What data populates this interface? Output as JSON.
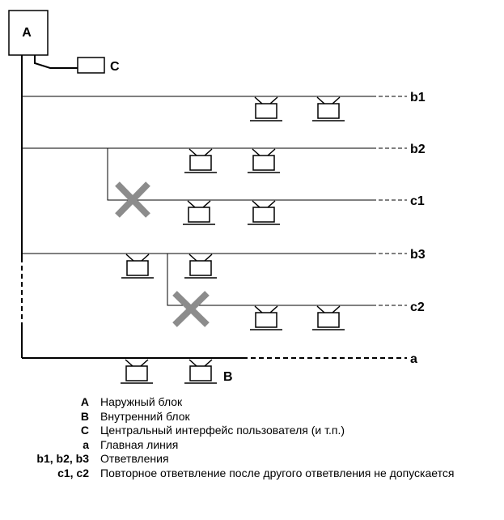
{
  "diagram": {
    "labels": {
      "outdoor_unit": "A",
      "indoor_unit": "B",
      "central_interface": "C",
      "main_line": "a",
      "branch_1": "b1",
      "branch_2": "b2",
      "branch_3": "b3",
      "rebranch_1": "c1",
      "rebranch_2": "c2"
    }
  },
  "legend": [
    {
      "key": "A",
      "desc": "Наружный блок"
    },
    {
      "key": "B",
      "desc": "Внутренний блок"
    },
    {
      "key": "C",
      "desc": "Центральный интерфейс пользователя (и т.п.)"
    },
    {
      "key": "a",
      "desc": "Главная линия"
    },
    {
      "key": "b1, b2, b3",
      "desc": "Ответвления"
    },
    {
      "key": "c1, c2",
      "desc": "Повторное ответвление после другого ответвления не допускается"
    }
  ]
}
